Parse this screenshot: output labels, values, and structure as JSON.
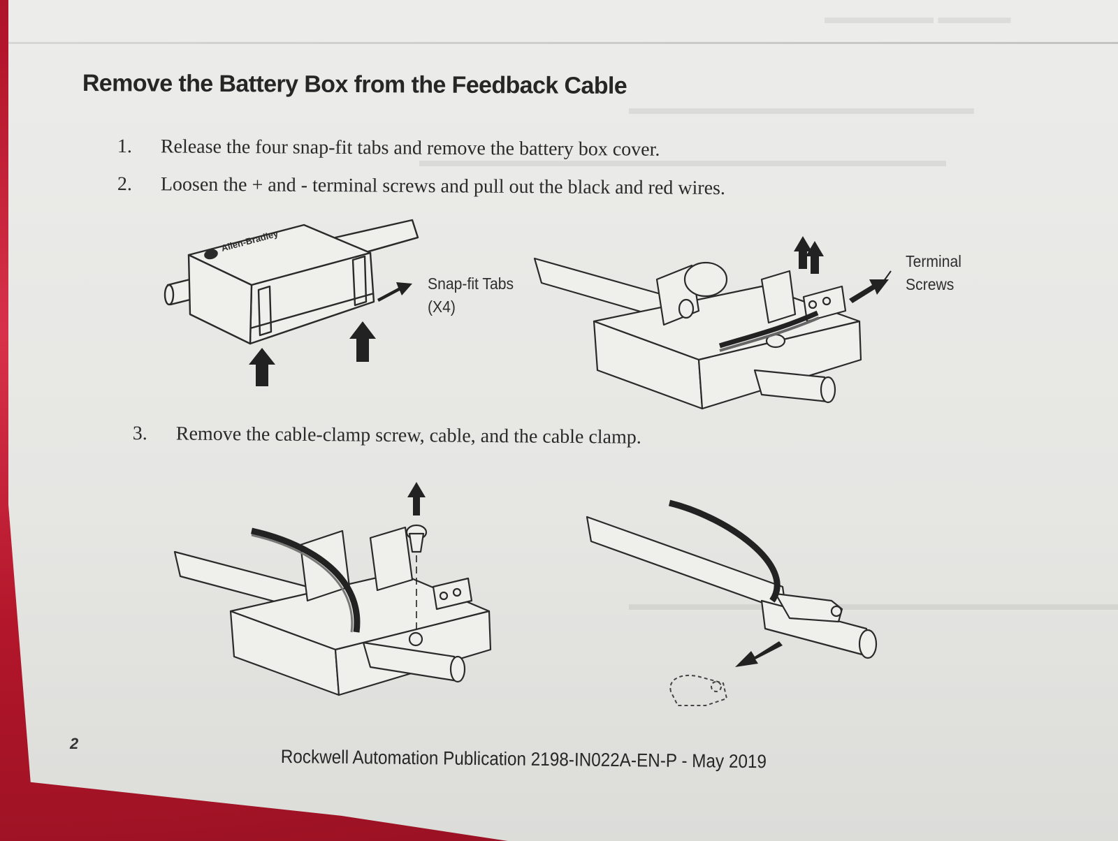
{
  "document": {
    "heading": "Remove the Battery Box from the Feedback Cable",
    "steps": [
      {
        "number": "1.",
        "text": "Release the four snap-fit tabs and remove the battery box cover."
      },
      {
        "number": "2.",
        "text": "Loosen the + and - terminal screws and pull out the black and red wires."
      },
      {
        "number": "3.",
        "text": "Remove the cable-clamp screw, cable, and the cable clamp."
      }
    ],
    "callouts": {
      "snap_fit_line1": "Snap-fit Tabs",
      "snap_fit_line2": "(X4)",
      "terminal_line1": "Terminal",
      "terminal_line2": "Screws"
    },
    "brand_label": "Allen-Bradley",
    "page_number": "2",
    "footer": "Rockwell Automation Publication 2198-IN022A-EN-P - May 2019"
  }
}
